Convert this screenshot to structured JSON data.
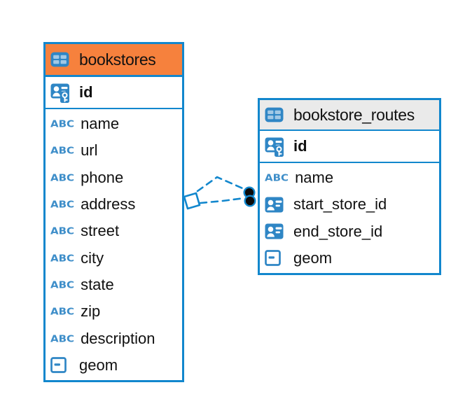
{
  "diagram": {
    "accent_color": "#1287cd",
    "icons": {
      "text_type_label": "ABC"
    },
    "tables": [
      {
        "name": "bookstores",
        "header_color": "#f6813d",
        "primary_key": {
          "name": "id",
          "type_icon": "primary-key"
        },
        "columns": [
          {
            "name": "name",
            "type_icon": "text"
          },
          {
            "name": "url",
            "type_icon": "text"
          },
          {
            "name": "phone",
            "type_icon": "text"
          },
          {
            "name": "address",
            "type_icon": "text"
          },
          {
            "name": "street",
            "type_icon": "text"
          },
          {
            "name": "city",
            "type_icon": "text"
          },
          {
            "name": "state",
            "type_icon": "text"
          },
          {
            "name": "zip",
            "type_icon": "text"
          },
          {
            "name": "description",
            "type_icon": "text"
          },
          {
            "name": "geom",
            "type_icon": "geometry"
          }
        ]
      },
      {
        "name": "bookstore_routes",
        "header_color": "#eaeaea",
        "primary_key": {
          "name": "id",
          "type_icon": "primary-key"
        },
        "columns": [
          {
            "name": "name",
            "type_icon": "text"
          },
          {
            "name": "start_store_id",
            "type_icon": "reference"
          },
          {
            "name": "end_store_id",
            "type_icon": "reference"
          },
          {
            "name": "geom",
            "type_icon": "geometry"
          }
        ]
      }
    ],
    "relations": [
      {
        "from": "bookstores.id",
        "to": "bookstore_routes.start_store_id",
        "style": "dashed"
      },
      {
        "from": "bookstores.id",
        "to": "bookstore_routes.end_store_id",
        "style": "dashed"
      }
    ]
  }
}
